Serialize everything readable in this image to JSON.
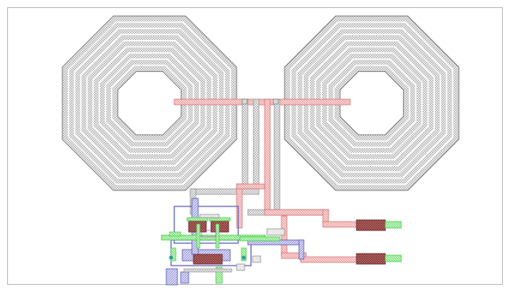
{
  "layout": {
    "colors": {
      "background": "#ffffff",
      "frame": "#b9b9b9",
      "metal_gray": "#8f8f8f",
      "metal_gray_fill": "#efefef",
      "metal_red": "#e07a7a",
      "metal_red_fill": "#f6c8c8",
      "metal_blue": "#5a5ab8",
      "metal_blue_fill": "#c9c9f0",
      "green": "#3fcf3f",
      "green_fill": "#c8f5c8",
      "pad_dark": "#6b2f2f",
      "pad_fill": "#c66a6a",
      "magenta": "#c24ac2"
    },
    "elements": [
      {
        "name": "left-octagon-inductor",
        "kind": "spiral-inductor",
        "turns": 9
      },
      {
        "name": "right-octagon-inductor",
        "kind": "spiral-inductor",
        "turns": 9
      },
      {
        "name": "inductor-interconnect",
        "kind": "metal-route"
      },
      {
        "name": "transistor-circuit-block",
        "kind": "active-circuit"
      },
      {
        "name": "output-pad-top",
        "kind": "pad"
      },
      {
        "name": "output-pad-bottom",
        "kind": "pad"
      }
    ]
  }
}
